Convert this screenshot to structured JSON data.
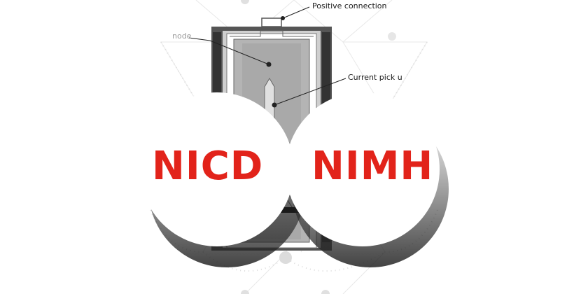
{
  "callouts": {
    "positive_connection": "Positive connection",
    "anode": "node",
    "current_pick_up": "Current pick u"
  },
  "labels": {
    "left": "NICD",
    "right": "NIMH"
  },
  "colors": {
    "label_red": "#e2231a",
    "background": "#ffffff",
    "pattern_gray": "#e6e6e6",
    "cell_dark": "#555555",
    "cell_mid": "#a9a9a9",
    "cell_light": "#cfcfcf"
  }
}
